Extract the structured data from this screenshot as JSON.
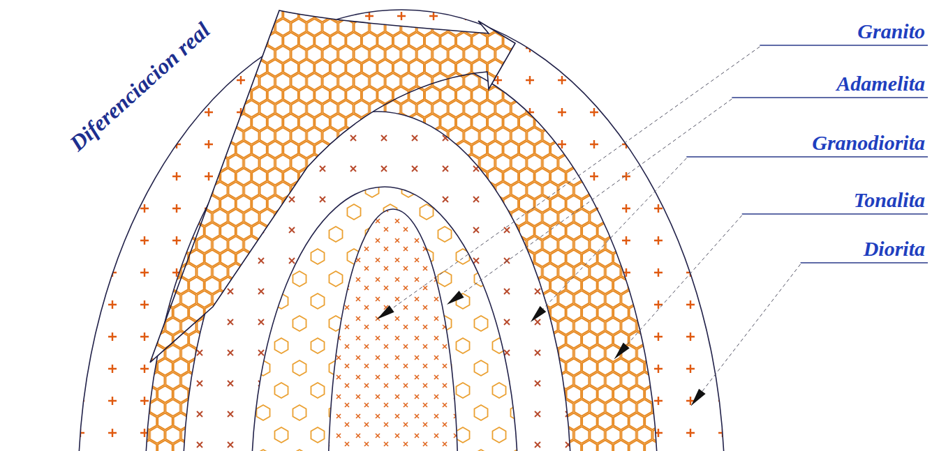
{
  "diagram": {
    "labels": [
      "Diferenciacion real",
      "Granito",
      "Adamelita",
      "Granodiorita",
      "Tonalita",
      "Diorita"
    ]
  }
}
